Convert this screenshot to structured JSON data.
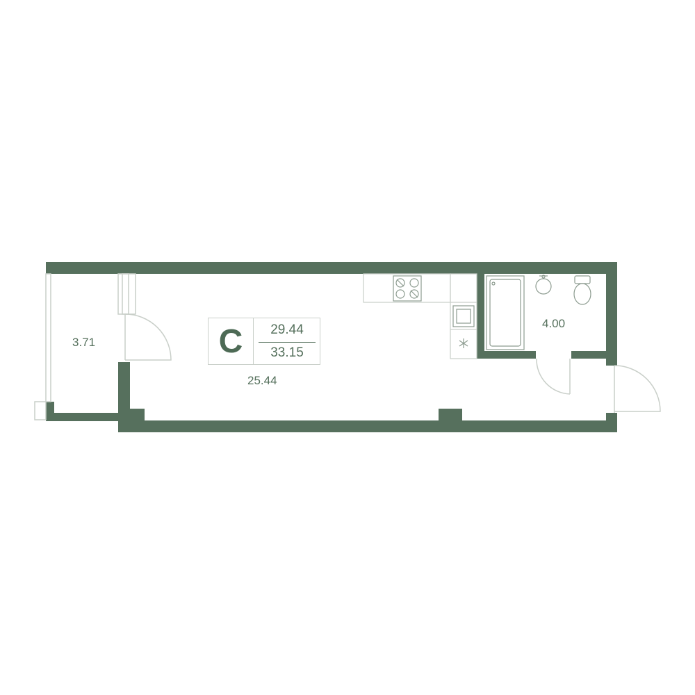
{
  "colors": {
    "wall": "#56705d",
    "fixture": "#c9cfc9",
    "text": "#55705c",
    "background": "#ffffff"
  },
  "apartment": {
    "type_letter": "С",
    "living_area": "29.44",
    "total_area": "33.15"
  },
  "rooms": {
    "balcony_area": "3.71",
    "main_room_area": "25.44",
    "bathroom_area": "4.00"
  }
}
